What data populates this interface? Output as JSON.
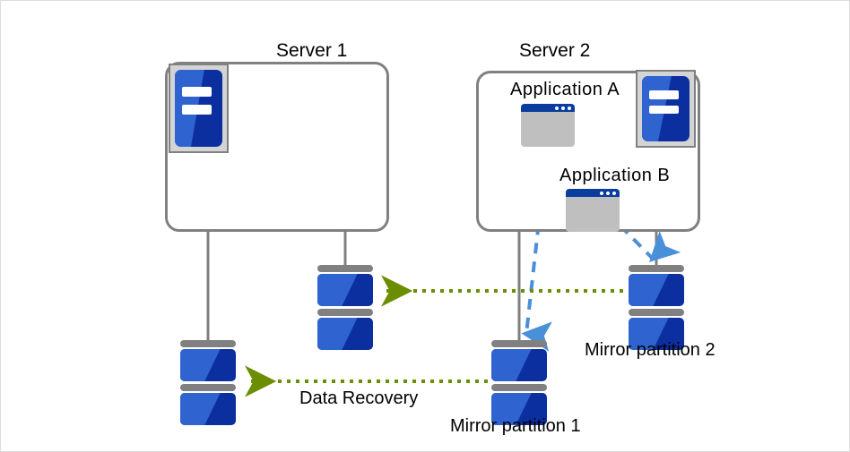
{
  "diagram": {
    "title_server1": "Server 1",
    "title_server2": "Server 2",
    "app_a": "Application  A",
    "app_b": "Application  B",
    "mirror_partition_1": "Mirror partition 1",
    "mirror_partition_2": "Mirror partition 2",
    "data_recovery": "Data Recovery"
  },
  "colors": {
    "server_border": "#808080",
    "rack_frame": "#d4d4d4",
    "blue_dark": "#0b2f9e",
    "blue_light": "#2f63cf",
    "app_titlebar": "#0b3d9e",
    "app_body": "#bfbfbf",
    "connector": "#808080",
    "write_arrow": "#4a90d9",
    "recovery_arrow": "#6b8e00",
    "frame": "#dcdcdc"
  },
  "icons": {
    "server_rack": "server-rack-icon",
    "application_window": "application-window-icon",
    "disk": "disk-storage-icon"
  },
  "edges": {
    "write_a_to_mirror1": "Application A writes to Mirror partition 1",
    "write_b_to_mirror2": "Application B writes to Mirror partition 2",
    "recovery_mirror2_to_disk": "Mirror partition 2 recovers to Server 1 disk",
    "recovery_mirror1_to_disk": "Mirror partition 1 recovers to Server 1 disk"
  }
}
